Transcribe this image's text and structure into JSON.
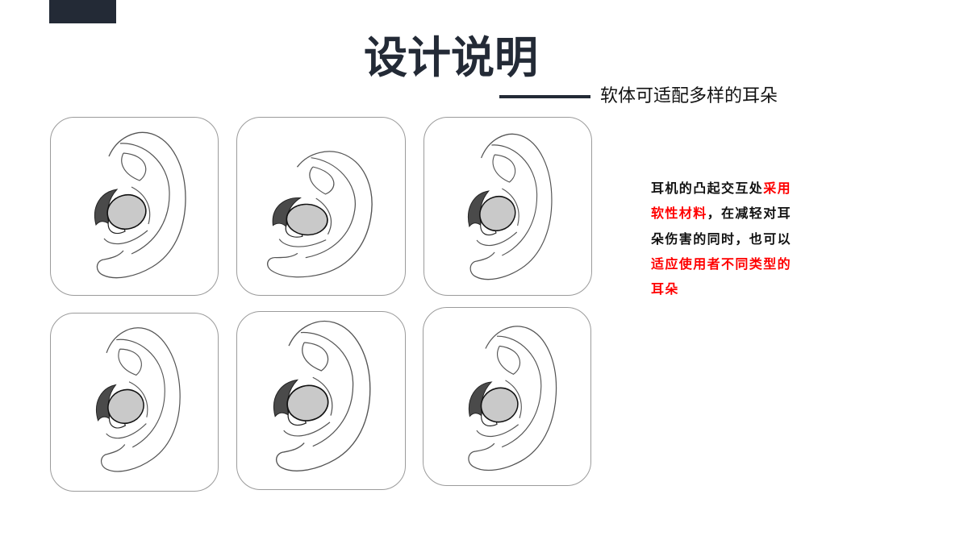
{
  "slide": {
    "title": "设计说明",
    "subtitle": "软体可适配多样的耳朵"
  },
  "colors": {
    "primary_dark": "#232a36",
    "highlight_red": "#ff0000",
    "body_text": "#111111",
    "card_border": "#9b9b9b",
    "earbud_fill": "#c9c9c9",
    "earbud_wing": "#4a4a4a"
  },
  "description": {
    "lines": [
      [
        {
          "text": "耳机的凸起交互处",
          "highlight": false
        },
        {
          "text": "采用",
          "highlight": true
        }
      ],
      [
        {
          "text": "软性材料",
          "highlight": true
        },
        {
          "text": "，在减轻对耳",
          "highlight": false
        }
      ],
      [
        {
          "text": "朵伤害的同时，也可以",
          "highlight": false
        }
      ],
      [
        {
          "text": "适应使用者不同类型的",
          "highlight": true
        }
      ],
      [
        {
          "text": "耳朵",
          "highlight": true
        }
      ]
    ]
  },
  "ear_cards": [
    {
      "icon": "ear-with-earbud-icon"
    },
    {
      "icon": "ear-with-earbud-icon"
    },
    {
      "icon": "ear-with-earbud-icon"
    },
    {
      "icon": "ear-with-earbud-icon"
    },
    {
      "icon": "ear-with-earbud-icon"
    },
    {
      "icon": "ear-with-earbud-icon"
    }
  ]
}
